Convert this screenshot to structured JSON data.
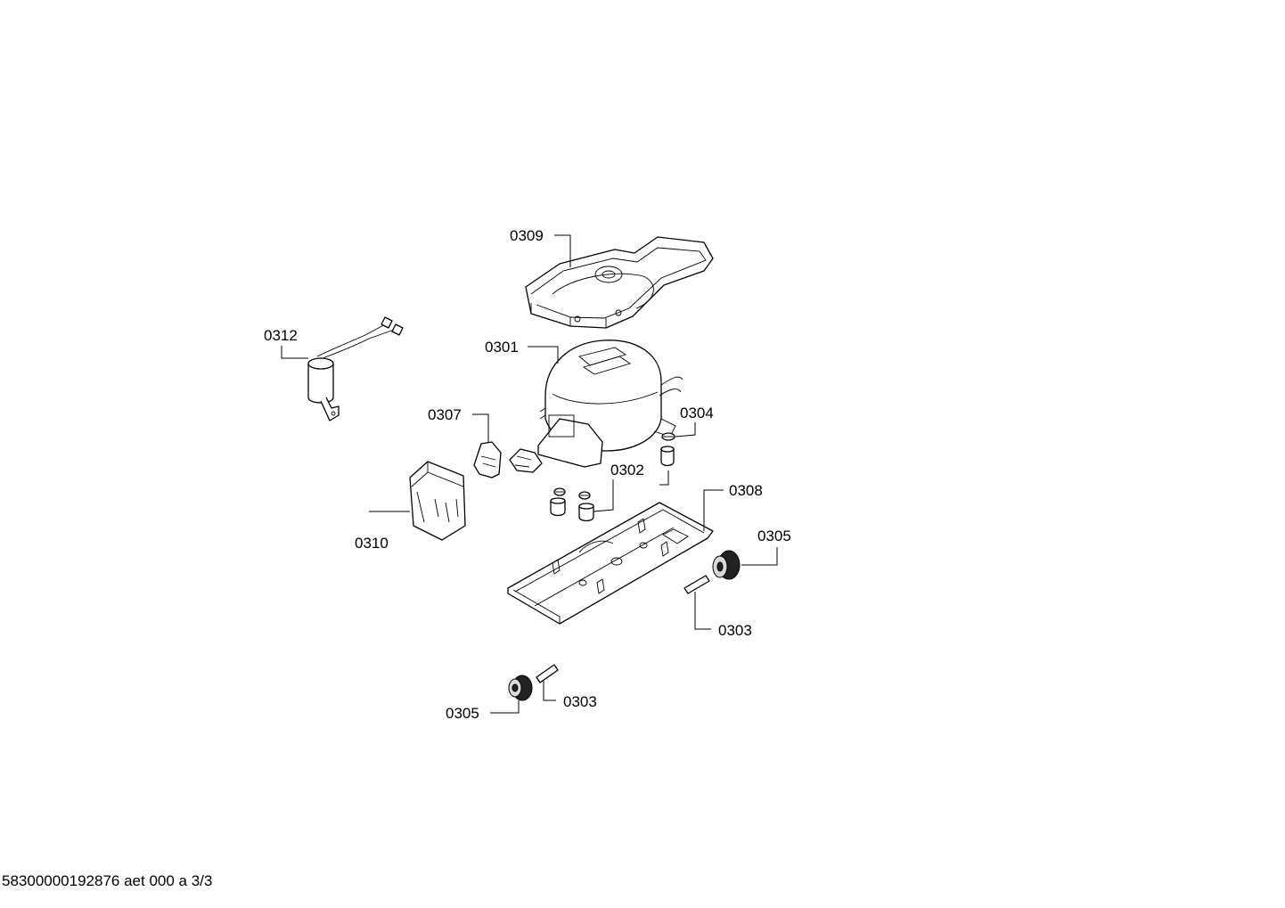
{
  "callouts": {
    "c0309": "0309",
    "c0312": "0312",
    "c0301": "0301",
    "c0307": "0307",
    "c0304": "0304",
    "c0302": "0302",
    "c0308": "0308",
    "c0310": "0310",
    "c0305a": "0305",
    "c0303a": "0303",
    "c0305b": "0305",
    "c0303b": "0303"
  },
  "footer": "58300000192876 aet 000 a 3/3",
  "parts": [
    {
      "id": "0301",
      "name": "compressor-icon"
    },
    {
      "id": "0302",
      "name": "rubber-grommet-icon"
    },
    {
      "id": "0303",
      "name": "pin-icon"
    },
    {
      "id": "0304",
      "name": "clip-washer-icon"
    },
    {
      "id": "0305",
      "name": "roller-wheel-icon"
    },
    {
      "id": "0307",
      "name": "relay-icon"
    },
    {
      "id": "0308",
      "name": "mounting-bracket-icon"
    },
    {
      "id": "0309",
      "name": "drip-tray-icon"
    },
    {
      "id": "0310",
      "name": "cover-cap-icon"
    },
    {
      "id": "0312",
      "name": "capacitor-icon"
    }
  ]
}
